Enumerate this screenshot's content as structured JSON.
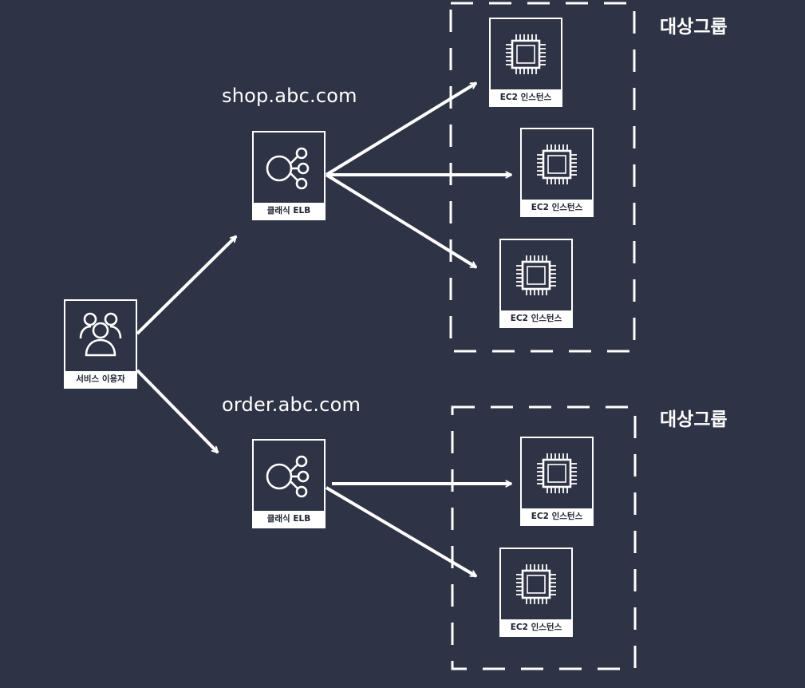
{
  "colors": {
    "background": "#2e3445",
    "stroke": "#ffffff",
    "caption_text": "#1d2230"
  },
  "user": {
    "label": "서비스 이용자",
    "icon": "users-icon"
  },
  "load_balancers": [
    {
      "domain": "shop.abc.com",
      "label": "클래식 ELB",
      "icon": "load-balancer-icon"
    },
    {
      "domain": "order.abc.com",
      "label": "클래식 ELB",
      "icon": "load-balancer-icon"
    }
  ],
  "target_groups": [
    {
      "label": "대상그룹",
      "instances": [
        {
          "label": "EC2 인스턴스",
          "icon": "cpu-chip-icon"
        },
        {
          "label": "EC2 인스턴스",
          "icon": "cpu-chip-icon"
        },
        {
          "label": "EC2 인스턴스",
          "icon": "cpu-chip-icon"
        }
      ]
    },
    {
      "label": "대상그룹",
      "instances": [
        {
          "label": "EC2 인스턴스",
          "icon": "cpu-chip-icon"
        },
        {
          "label": "EC2 인스턴스",
          "icon": "cpu-chip-icon"
        }
      ]
    }
  ]
}
